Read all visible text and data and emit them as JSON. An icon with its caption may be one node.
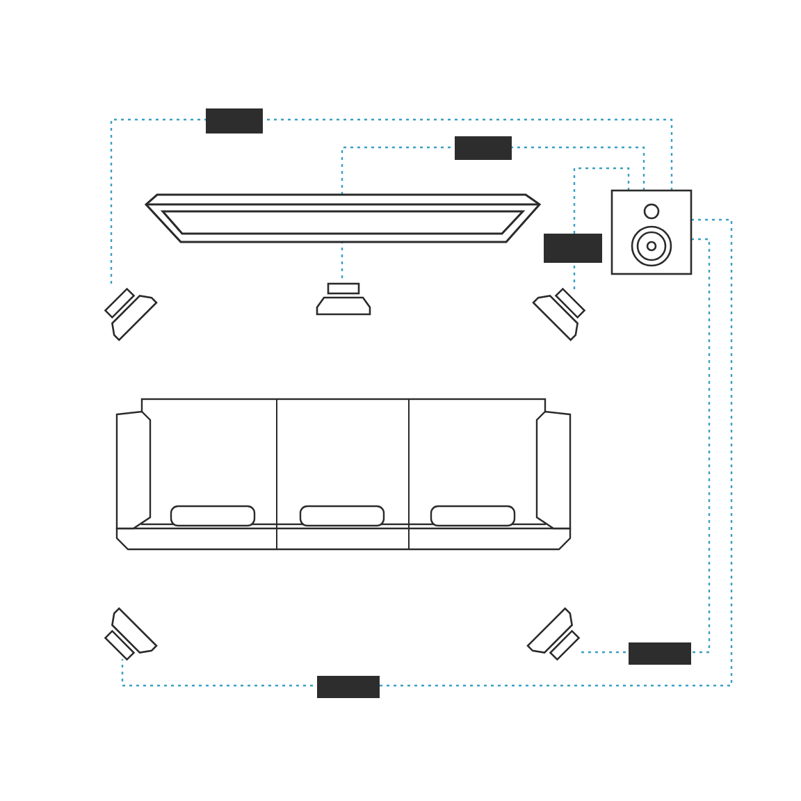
{
  "diagram": {
    "nodes": [
      {
        "text": [],
        "shape": "box"
      },
      {
        "text": [],
        "shape": "speaker"
      },
      {
        "text": [],
        "shape": "speaker"
      },
      {
        "text": [],
        "shape": "speaker"
      },
      {
        "text": [],
        "shape": "speaker"
      },
      {
        "text": [],
        "shape": "speaker"
      }
    ],
    "edges": [
      {
        "from": 0,
        "to": 1,
        "arrow": "none",
        "style": "dashed",
        "color": "#3a9fc4"
      },
      {
        "from": 0,
        "to": 2,
        "arrow": "none",
        "style": "dashed",
        "color": "#3a9fc4"
      },
      {
        "from": 0,
        "to": 3,
        "arrow": "none",
        "style": "dashed",
        "color": "#3a9fc4"
      },
      {
        "from": 0,
        "to": 5,
        "arrow": "none",
        "style": "dashed",
        "color": "#3a9fc4"
      },
      {
        "from": 0,
        "to": 4,
        "arrow": "none",
        "style": "dashed",
        "color": "#3a9fc4"
      }
    ]
  }
}
